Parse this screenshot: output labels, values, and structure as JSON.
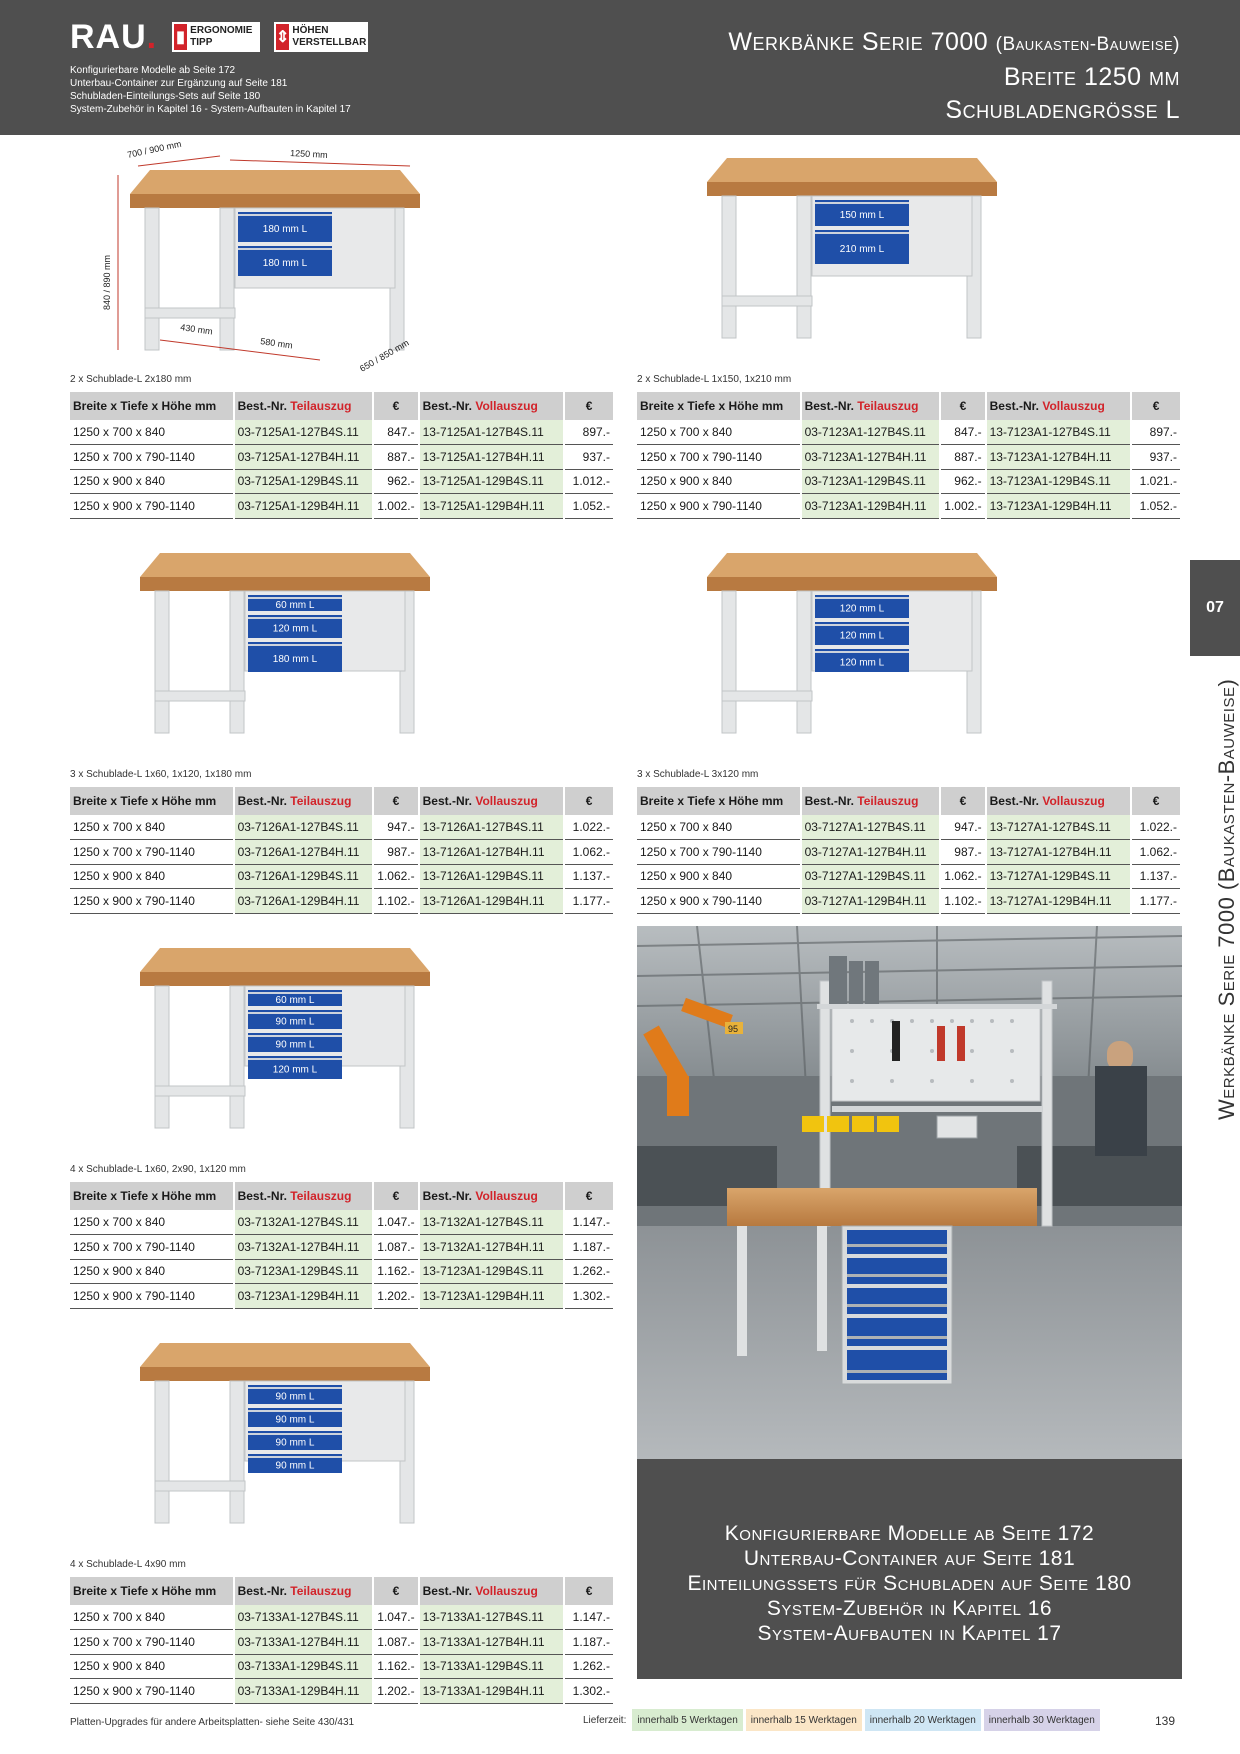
{
  "header": {
    "logo": "RAU",
    "logo_dot": ".",
    "badge1": "ERGONOMIE TIPP",
    "badge2": "HÖHEN VERSTELLBAR",
    "notes": [
      "Konfigurierbare Modelle ab Seite 172",
      "Unterbau-Container zur Ergänzung auf Seite 181",
      "Schubladen-Einteilungs-Sets auf Seite 180",
      "System-Zubehör in Kapitel 16 - System-Aufbauten in Kapitel 17"
    ],
    "title_main": "Werkbänke Serie 7000",
    "title_paren": "(Baukasten-Bauweise)",
    "title_line2": "Breite 1250 mm",
    "title_line3": "Schubladengrösse L"
  },
  "side": {
    "tab": "07",
    "title": "Werkbänke Serie 7000 (Baukasten-Bauweise)"
  },
  "colors": {
    "header_bg": "#4f4f4f",
    "red": "#d2232a",
    "drawer_blue": "#1f4fa8",
    "table_head": "#cfcfcf",
    "nr_bg": "#e3efd9"
  },
  "table_header": {
    "dim": "Breite x Tiefe x Höhe mm",
    "best_nr": "Best.-Nr.",
    "teil": "Teilauszug",
    "voll": "Vollauszug",
    "eur": "€"
  },
  "dimensions": {
    "depth": "700 / 900 mm",
    "width": "1250 mm",
    "height": "840 / 890 mm",
    "foot1": "430 mm",
    "foot2": "580 mm",
    "foot3": "650 / 850 mm"
  },
  "products": [
    {
      "caption": "2 x Schublade-L 2x180 mm",
      "drawers": [
        "180 mm L",
        "180 mm L"
      ],
      "rows": [
        {
          "dim": "1250 x 700 x 840",
          "teil_nr": "03-7125A1-127B4S.11",
          "teil_pr": "847.-",
          "voll_nr": "13-7125A1-127B4S.11",
          "voll_pr": "897.-"
        },
        {
          "dim": "1250 x 700 x 790-1140",
          "teil_nr": "03-7125A1-127B4H.11",
          "teil_pr": "887.-",
          "voll_nr": "13-7125A1-127B4H.11",
          "voll_pr": "937.-"
        },
        {
          "dim": "1250 x 900 x 840",
          "teil_nr": "03-7125A1-129B4S.11",
          "teil_pr": "962.-",
          "voll_nr": "13-7125A1-129B4S.11",
          "voll_pr": "1.012.-"
        },
        {
          "dim": "1250 x 900 x 790-1140",
          "teil_nr": "03-7125A1-129B4H.11",
          "teil_pr": "1.002.-",
          "voll_nr": "13-7125A1-129B4H.11",
          "voll_pr": "1.052.-"
        }
      ]
    },
    {
      "caption": "2 x Schublade-L 1x150, 1x210 mm",
      "drawers": [
        "150 mm L",
        "210 mm L"
      ],
      "rows": [
        {
          "dim": "1250 x 700 x 840",
          "teil_nr": "03-7123A1-127B4S.11",
          "teil_pr": "847.-",
          "voll_nr": "13-7123A1-127B4S.11",
          "voll_pr": "897.-"
        },
        {
          "dim": "1250 x 700 x 790-1140",
          "teil_nr": "03-7123A1-127B4H.11",
          "teil_pr": "887.-",
          "voll_nr": "13-7123A1-127B4H.11",
          "voll_pr": "937.-"
        },
        {
          "dim": "1250 x 900 x 840",
          "teil_nr": "03-7123A1-129B4S.11",
          "teil_pr": "962.-",
          "voll_nr": "13-7123A1-129B4S.11",
          "voll_pr": "1.021.-"
        },
        {
          "dim": "1250 x 900 x 790-1140",
          "teil_nr": "03-7123A1-129B4H.11",
          "teil_pr": "1.002.-",
          "voll_nr": "13-7123A1-129B4H.11",
          "voll_pr": "1.052.-"
        }
      ]
    },
    {
      "caption": "3 x Schublade-L 1x60, 1x120, 1x180 mm",
      "drawers": [
        "60 mm L",
        "120 mm L",
        "180 mm L"
      ],
      "rows": [
        {
          "dim": "1250 x 700 x 840",
          "teil_nr": "03-7126A1-127B4S.11",
          "teil_pr": "947.-",
          "voll_nr": "13-7126A1-127B4S.11",
          "voll_pr": "1.022.-"
        },
        {
          "dim": "1250 x 700 x 790-1140",
          "teil_nr": "03-7126A1-127B4H.11",
          "teil_pr": "987.-",
          "voll_nr": "13-7126A1-127B4H.11",
          "voll_pr": "1.062.-"
        },
        {
          "dim": "1250 x 900 x 840",
          "teil_nr": "03-7126A1-129B4S.11",
          "teil_pr": "1.062.-",
          "voll_nr": "13-7126A1-129B4S.11",
          "voll_pr": "1.137.-"
        },
        {
          "dim": "1250 x 900 x 790-1140",
          "teil_nr": "03-7126A1-129B4H.11",
          "teil_pr": "1.102.-",
          "voll_nr": "13-7126A1-129B4H.11",
          "voll_pr": "1.177.-"
        }
      ]
    },
    {
      "caption": "3 x Schublade-L 3x120 mm",
      "drawers": [
        "120 mm L",
        "120 mm L",
        "120 mm L"
      ],
      "rows": [
        {
          "dim": "1250 x 700 x 840",
          "teil_nr": "03-7127A1-127B4S.11",
          "teil_pr": "947.-",
          "voll_nr": "13-7127A1-127B4S.11",
          "voll_pr": "1.022.-"
        },
        {
          "dim": "1250 x 700 x 790-1140",
          "teil_nr": "03-7127A1-127B4H.11",
          "teil_pr": "987.-",
          "voll_nr": "13-7127A1-127B4H.11",
          "voll_pr": "1.062.-"
        },
        {
          "dim": "1250 x 900 x 840",
          "teil_nr": "03-7127A1-129B4S.11",
          "teil_pr": "1.062.-",
          "voll_nr": "13-7127A1-129B4S.11",
          "voll_pr": "1.137.-"
        },
        {
          "dim": "1250 x 900 x 790-1140",
          "teil_nr": "03-7127A1-129B4H.11",
          "teil_pr": "1.102.-",
          "voll_nr": "13-7127A1-129B4H.11",
          "voll_pr": "1.177.-"
        }
      ]
    },
    {
      "caption": "4 x Schublade-L 1x60, 2x90, 1x120 mm",
      "drawers": [
        "60 mm L",
        "90 mm L",
        "90 mm L",
        "120 mm L"
      ],
      "rows": [
        {
          "dim": "1250 x 700 x 840",
          "teil_nr": "03-7132A1-127B4S.11",
          "teil_pr": "1.047.-",
          "voll_nr": "13-7132A1-127B4S.11",
          "voll_pr": "1.147.-"
        },
        {
          "dim": "1250 x 700 x 790-1140",
          "teil_nr": "03-7132A1-127B4H.11",
          "teil_pr": "1.087.-",
          "voll_nr": "13-7132A1-127B4H.11",
          "voll_pr": "1.187.-"
        },
        {
          "dim": "1250 x 900 x 840",
          "teil_nr": "03-7123A1-129B4S.11",
          "teil_pr": "1.162.-",
          "voll_nr": "13-7123A1-129B4S.11",
          "voll_pr": "1.262.-"
        },
        {
          "dim": "1250 x 900 x 790-1140",
          "teil_nr": "03-7123A1-129B4H.11",
          "teil_pr": "1.202.-",
          "voll_nr": "13-7123A1-129B4H.11",
          "voll_pr": "1.302.-"
        }
      ]
    },
    {
      "caption": "4 x Schublade-L 4x90 mm",
      "drawers": [
        "90 mm L",
        "90 mm L",
        "90 mm L",
        "90 mm L"
      ],
      "rows": [
        {
          "dim": "1250 x 700 x 840",
          "teil_nr": "03-7133A1-127B4S.11",
          "teil_pr": "1.047.-",
          "voll_nr": "13-7133A1-127B4S.11",
          "voll_pr": "1.147.-"
        },
        {
          "dim": "1250 x 700 x 790-1140",
          "teil_nr": "03-7133A1-127B4H.11",
          "teil_pr": "1.087.-",
          "voll_nr": "13-7133A1-127B4H.11",
          "voll_pr": "1.187.-"
        },
        {
          "dim": "1250 x 900 x 840",
          "teil_nr": "03-7133A1-129B4S.11",
          "teil_pr": "1.162.-",
          "voll_nr": "13-7133A1-129B4S.11",
          "voll_pr": "1.262.-"
        },
        {
          "dim": "1250 x 900 x 790-1140",
          "teil_nr": "03-7133A1-129B4H.11",
          "teil_pr": "1.202.-",
          "voll_nr": "13-7133A1-129B4H.11",
          "voll_pr": "1.302.-"
        }
      ]
    }
  ],
  "photo": {
    "sign": "95"
  },
  "promo": [
    "Konfigurierbare Modelle ab Seite 172",
    "Unterbau-Container auf Seite 181",
    "Einteilungssets für Schubladen auf Seite 180",
    "System-Zubehör in Kapitel 16",
    "System-Aufbauten in Kapitel 17"
  ],
  "footer": {
    "note": "Platten-Upgrades für andere Arbeitsplatten- siehe Seite 430/431",
    "lieferzeit": "Lieferzeit:",
    "chips": [
      {
        "label": "innerhalb 5 Werktagen",
        "color": "#d8ecd0"
      },
      {
        "label": "innerhalb 15 Werktagen",
        "color": "#fbe6c7"
      },
      {
        "label": "innerhalb 20 Werktagen",
        "color": "#cfe6f4"
      },
      {
        "label": "innerhalb 30 Werktagen",
        "color": "#d6d2e8"
      }
    ],
    "page": "139"
  }
}
